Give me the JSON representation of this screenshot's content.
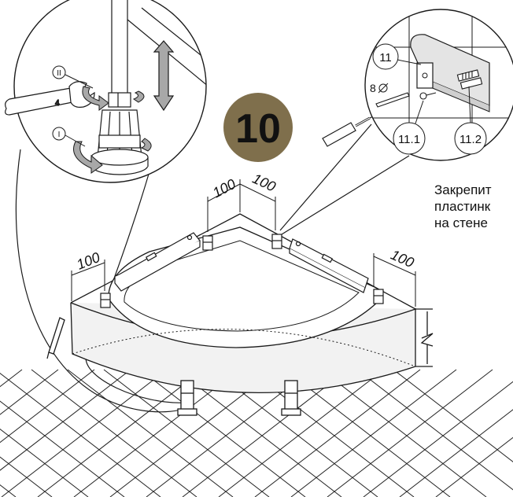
{
  "step": {
    "number": "10",
    "badge_color": "#7f6f4c",
    "number_color": "#ffffff"
  },
  "dimensions": {
    "back_left": "100",
    "back_right": "100",
    "front_left": "100",
    "front_right": "100"
  },
  "top_left_detail": {
    "rotation_2": "II",
    "rotation_1": "I"
  },
  "top_right_detail": {
    "part_11": "11",
    "part_11_1": "11.1",
    "part_11_2": "11.2",
    "drill_size": "8"
  },
  "instruction": {
    "line1": "Закрепит",
    "line2": "пластинк",
    "line3": "на стене"
  },
  "colors": {
    "stroke": "#1a1a1a",
    "arrow_fill": "#a8a8a8",
    "shade": "#d8d8d8"
  }
}
